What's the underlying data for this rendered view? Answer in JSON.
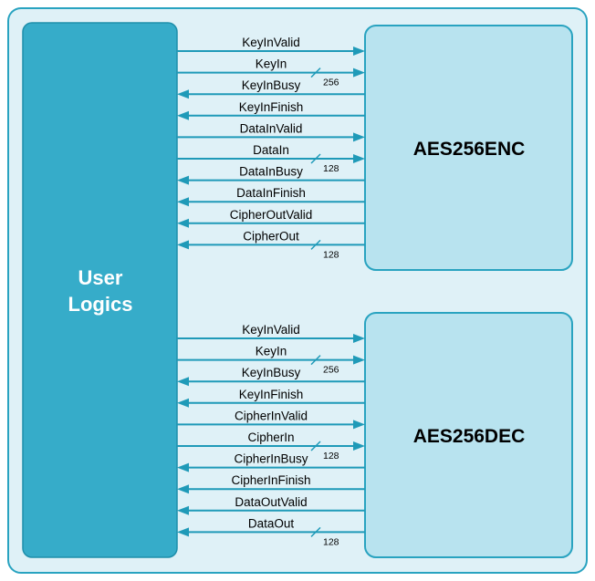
{
  "colors": {
    "outer_fill": "#dff1f7",
    "outer_stroke": "#29a3c0",
    "user_fill": "#36acc9",
    "block_fill": "#b8e3ef",
    "line": "#1f9ab8"
  },
  "user_logics": {
    "line1": "User",
    "line2": "Logics"
  },
  "encoder": {
    "name": "AES256ENC",
    "signals": [
      {
        "name": "KeyInValid",
        "dir": "right"
      },
      {
        "name": "KeyIn",
        "dir": "right",
        "width": "256"
      },
      {
        "name": "KeyInBusy",
        "dir": "left"
      },
      {
        "name": "KeyInFinish",
        "dir": "left"
      },
      {
        "name": "DataInValid",
        "dir": "right"
      },
      {
        "name": "DataIn",
        "dir": "right",
        "width": "128"
      },
      {
        "name": "DataInBusy",
        "dir": "left"
      },
      {
        "name": "DataInFinish",
        "dir": "left"
      },
      {
        "name": "CipherOutValid",
        "dir": "left"
      },
      {
        "name": "CipherOut",
        "dir": "left",
        "width": "128"
      }
    ]
  },
  "decoder": {
    "name": "AES256DEC",
    "signals": [
      {
        "name": "KeyInValid",
        "dir": "right"
      },
      {
        "name": "KeyIn",
        "dir": "right",
        "width": "256"
      },
      {
        "name": "KeyInBusy",
        "dir": "left"
      },
      {
        "name": "KeyInFinish",
        "dir": "left"
      },
      {
        "name": "CipherInValid",
        "dir": "right"
      },
      {
        "name": "CipherIn",
        "dir": "right",
        "width": "128"
      },
      {
        "name": "CipherInBusy",
        "dir": "left"
      },
      {
        "name": "CipherInFinish",
        "dir": "left"
      },
      {
        "name": "DataOutValid",
        "dir": "left"
      },
      {
        "name": "DataOut",
        "dir": "left",
        "width": "128"
      }
    ]
  }
}
